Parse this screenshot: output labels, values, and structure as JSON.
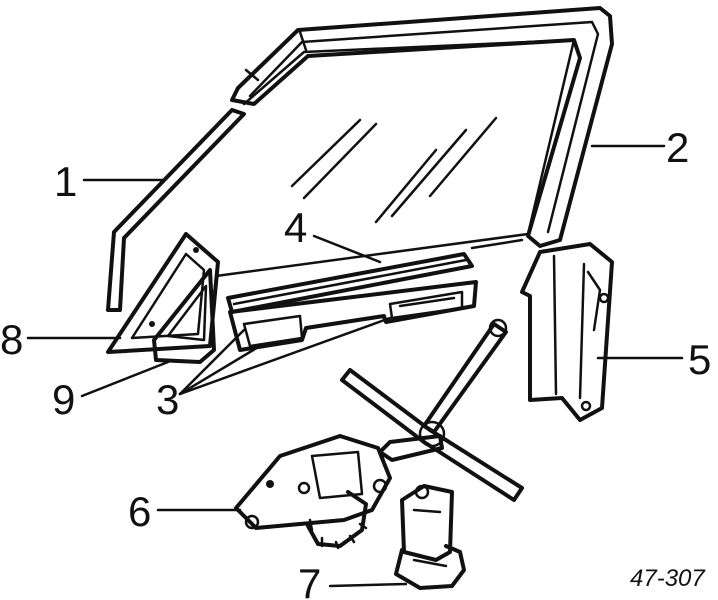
{
  "callouts": [
    "1",
    "2",
    "3",
    "4",
    "5",
    "6",
    "7",
    "8",
    "9"
  ],
  "figure_code": "47-307",
  "colors": {
    "ink": "#111111",
    "paper": "#ffffff"
  }
}
